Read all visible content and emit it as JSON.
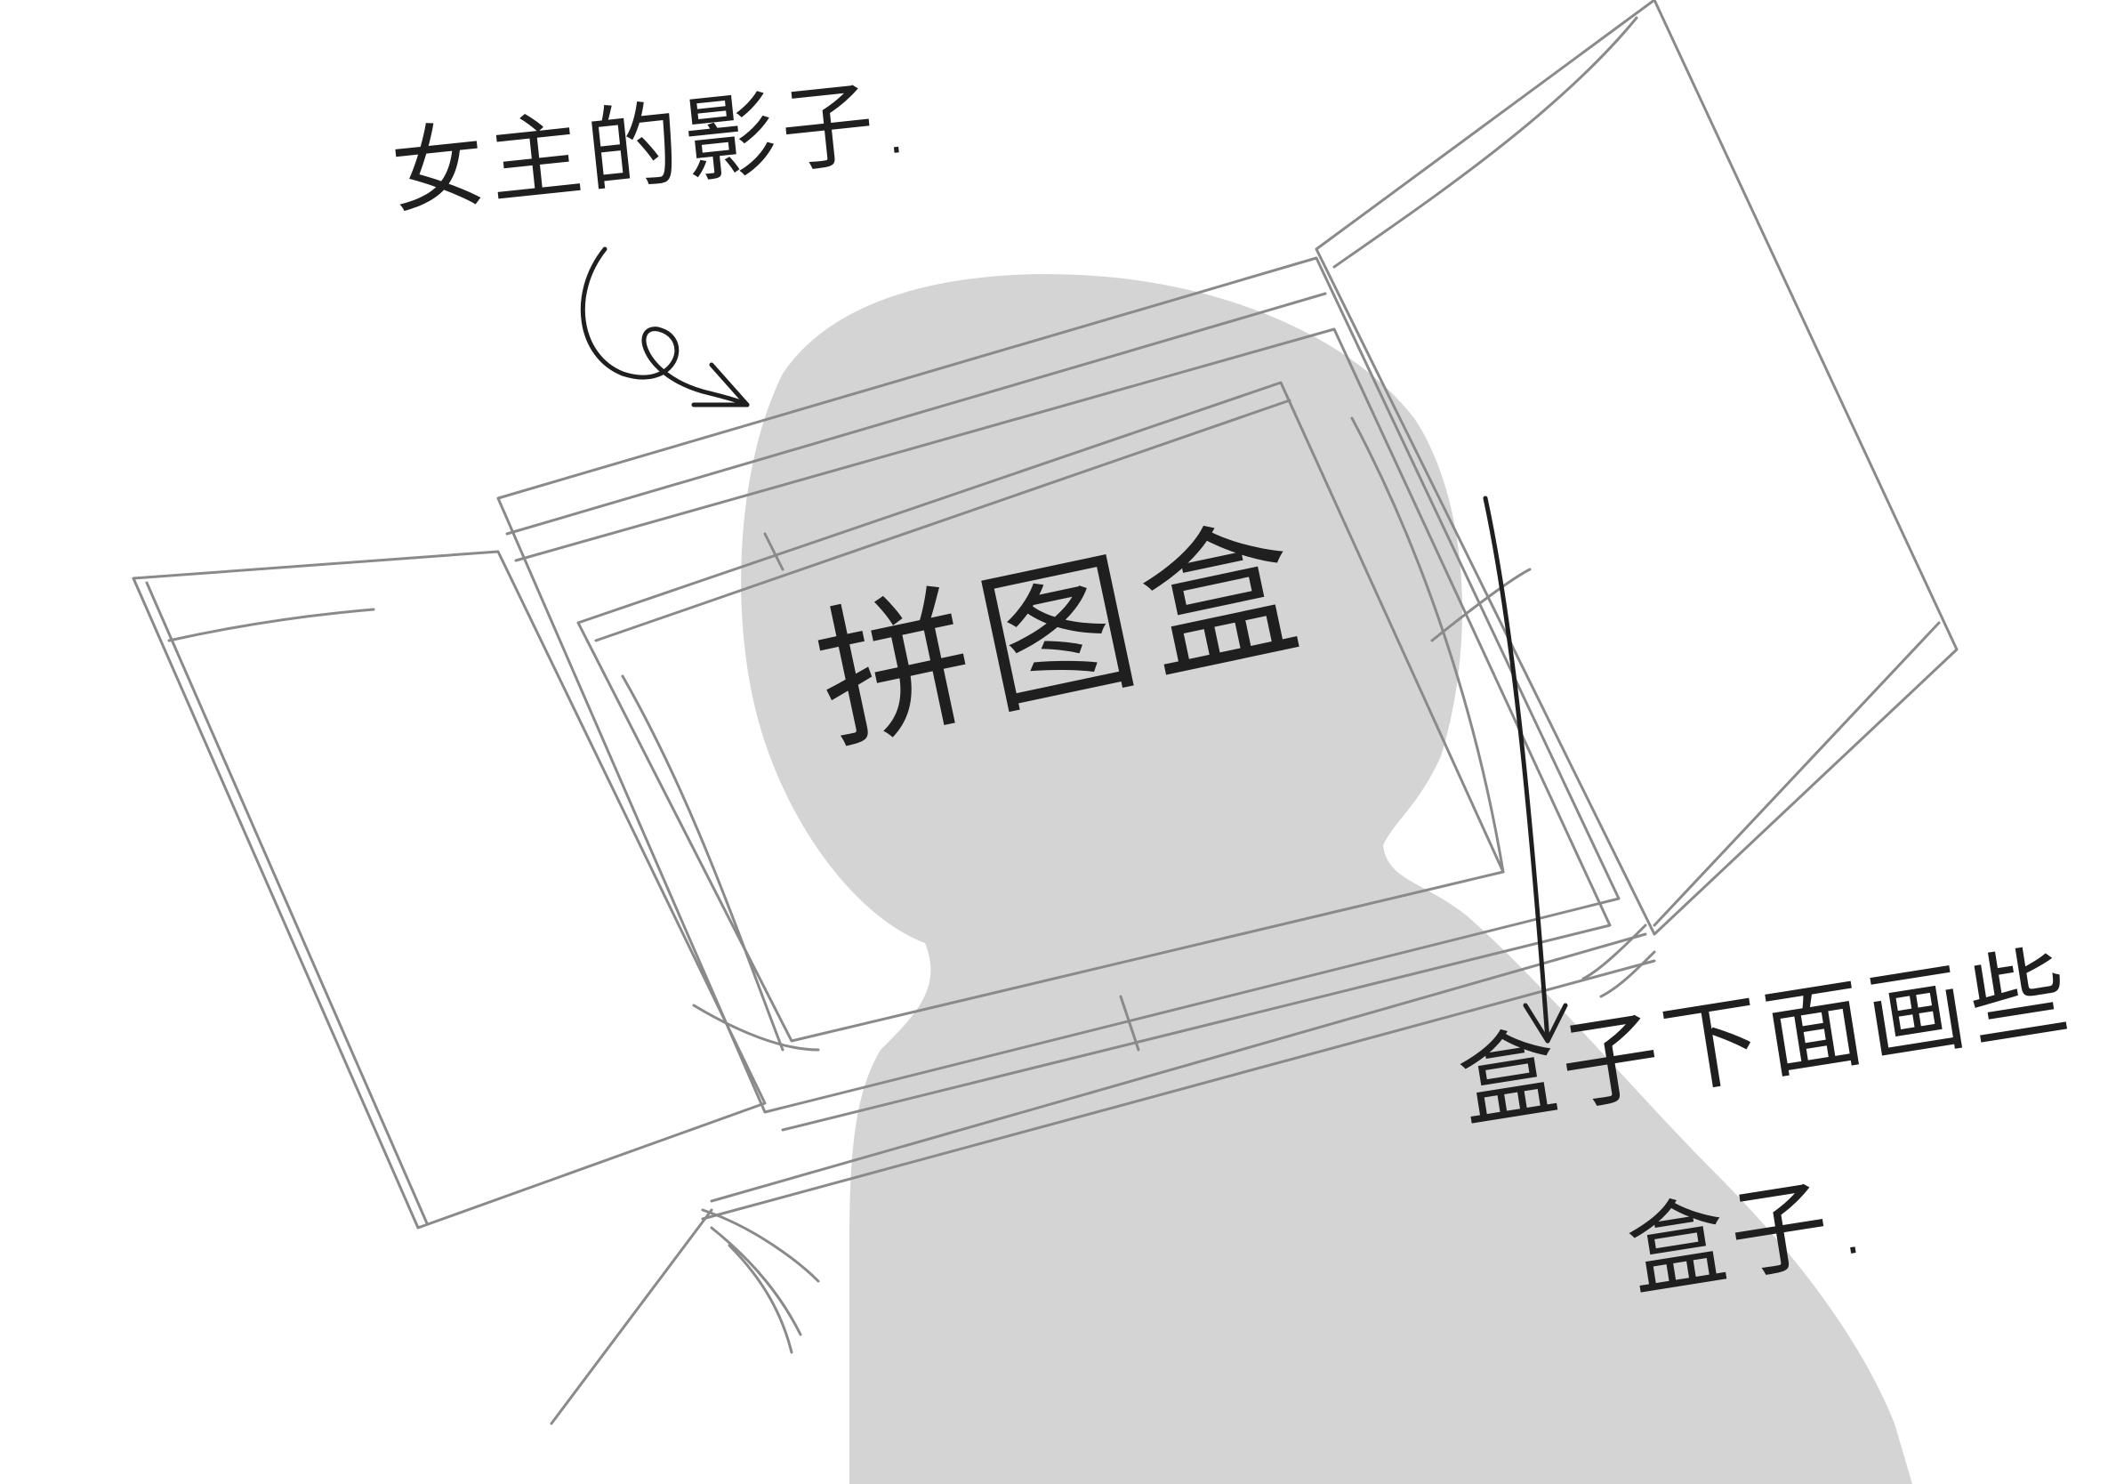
{
  "annotations": {
    "top_note": "女主的影子.",
    "box_title": "拼图盒",
    "bottom_note_line1": "盒子下面画些",
    "bottom_note_line2": "盒子."
  },
  "colors": {
    "background": "#ffffff",
    "shadow": "#d4d4d4",
    "sketch_line": "#8a8a8a",
    "ink": "#1f1f1f"
  }
}
